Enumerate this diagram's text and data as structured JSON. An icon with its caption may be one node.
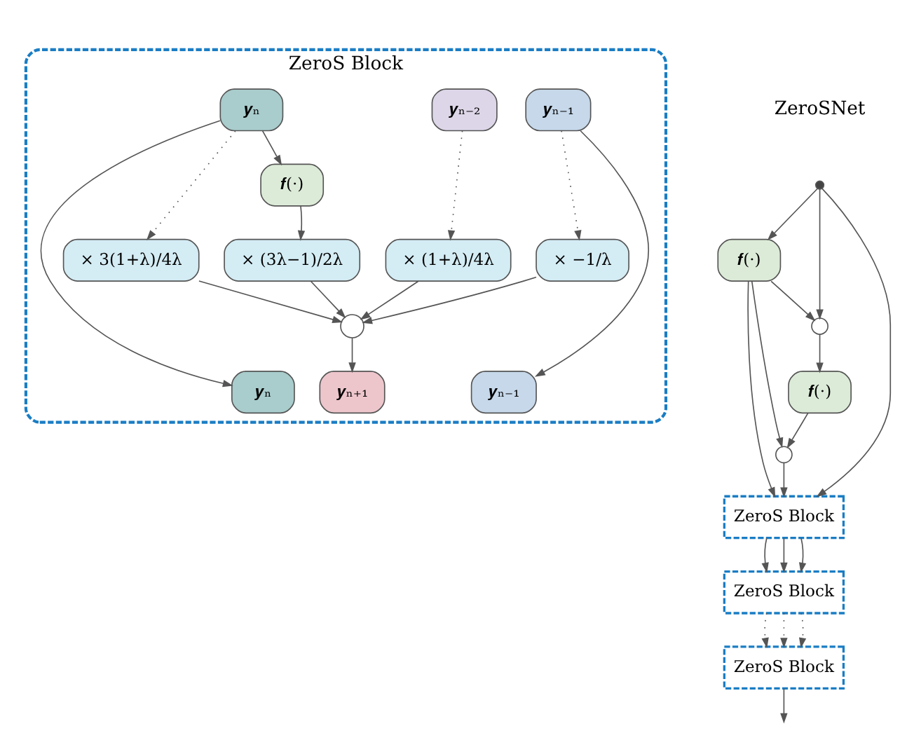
{
  "diagram": {
    "nodes": [
      {
        "text": [
          "ZeroS Block"
        ]
      },
      {
        "text": [
          "𝒚ₙ"
        ],
        "in": 0
      },
      {
        "text": [
          "𝒚ₙ₋₁"
        ],
        "in": 0
      },
      {
        "text": [
          "𝒚ₙ₋₂"
        ],
        "in": 0
      },
      {
        "text": [
          "× 3(1+λ)/4λ"
        ],
        "in": 0
      },
      {
        "text": [
          "× −1/λ"
        ],
        "in": 0
      },
      {
        "text": [
          "× (1+λ)/4λ"
        ],
        "in": 0
      },
      {
        "text": [
          "𝒇(·)"
        ],
        "in": 0
      },
      {
        "text": [
          "× (3λ−1)/2λ"
        ],
        "in": 0
      },
      {
        "text": [],
        "shape": "circle",
        "in": 0
      },
      {
        "text": [
          "𝒚ₙ₊₁"
        ],
        "in": 0
      },
      {
        "text": [
          "𝒚ₙ"
        ],
        "in": 0
      },
      {
        "text": [
          "𝒚ₙ₋₁"
        ],
        "in": 0
      },
      {
        "text": [],
        "shape": "circle"
      },
      {
        "text": [
          "𝒇(·)"
        ]
      },
      {
        "text": [],
        "shape": "circle"
      },
      {
        "text": [
          "𝒇(·)"
        ]
      },
      {
        "text": [],
        "shape": "circle"
      },
      {
        "text": [
          "ZeroS Block"
        ]
      },
      {
        "text": [
          "ZeroS Block"
        ]
      },
      {
        "text": [
          "ZeroS Block"
        ]
      }
    ],
    "edges": [
      {
        "from": 1,
        "to": 4,
        "arrow": "to",
        "style": "dashed"
      },
      {
        "from": 2,
        "to": 5,
        "arrow": "to",
        "style": "dashed"
      },
      {
        "from": 3,
        "to": 6,
        "arrow": "to",
        "style": "dashed"
      },
      {
        "from": 1,
        "to": 7,
        "arrow": "to"
      },
      {
        "from": 1,
        "to": 11,
        "arrow": "to"
      },
      {
        "from": 2,
        "to": 12,
        "arrow": "to"
      },
      {
        "from": 4,
        "to": 9,
        "arrow": "to"
      },
      {
        "from": 5,
        "to": 9,
        "arrow": "to"
      },
      {
        "from": 6,
        "to": 9,
        "arrow": "to"
      },
      {
        "from": 7,
        "to": 8,
        "arrow": "to"
      },
      {
        "from": 8,
        "to": 9,
        "arrow": "to"
      },
      {
        "from": 9,
        "to": 10,
        "arrow": "to"
      },
      {
        "from": 13,
        "to": 14,
        "arrow": "to"
      },
      {
        "from": 13,
        "to": 15,
        "arrow": "to"
      },
      {
        "from": 13,
        "to": 18,
        "arrow": "to"
      },
      {
        "from": 14,
        "to": 15,
        "arrow": "to"
      },
      {
        "from": 14,
        "to": 17,
        "arrow": "to"
      },
      {
        "from": 14,
        "to": 18,
        "arrow": "to"
      },
      {
        "from": 15,
        "to": 16,
        "arrow": "to"
      },
      {
        "from": 16,
        "to": 17,
        "arrow": "to"
      },
      {
        "from": 17,
        "to": 18,
        "arrow": "to"
      },
      {
        "from": 18,
        "to": 19,
        "arrow": "to"
      },
      {
        "from": 18,
        "to": 19,
        "arrow": "to"
      },
      {
        "from": 18,
        "to": 19,
        "arrow": "to"
      },
      {
        "from": 19,
        "to": 20,
        "arrow": "to",
        "style": "dashed"
      },
      {
        "from": 19,
        "to": 20,
        "arrow": "to",
        "style": "dashed"
      },
      {
        "from": 19,
        "to": 20,
        "arrow": "to",
        "style": "dashed"
      },
      {
        "from": 20,
        "to": null,
        "arrow": "to"
      }
    ],
    "labels": [
      "ZeroSNet"
    ]
  }
}
